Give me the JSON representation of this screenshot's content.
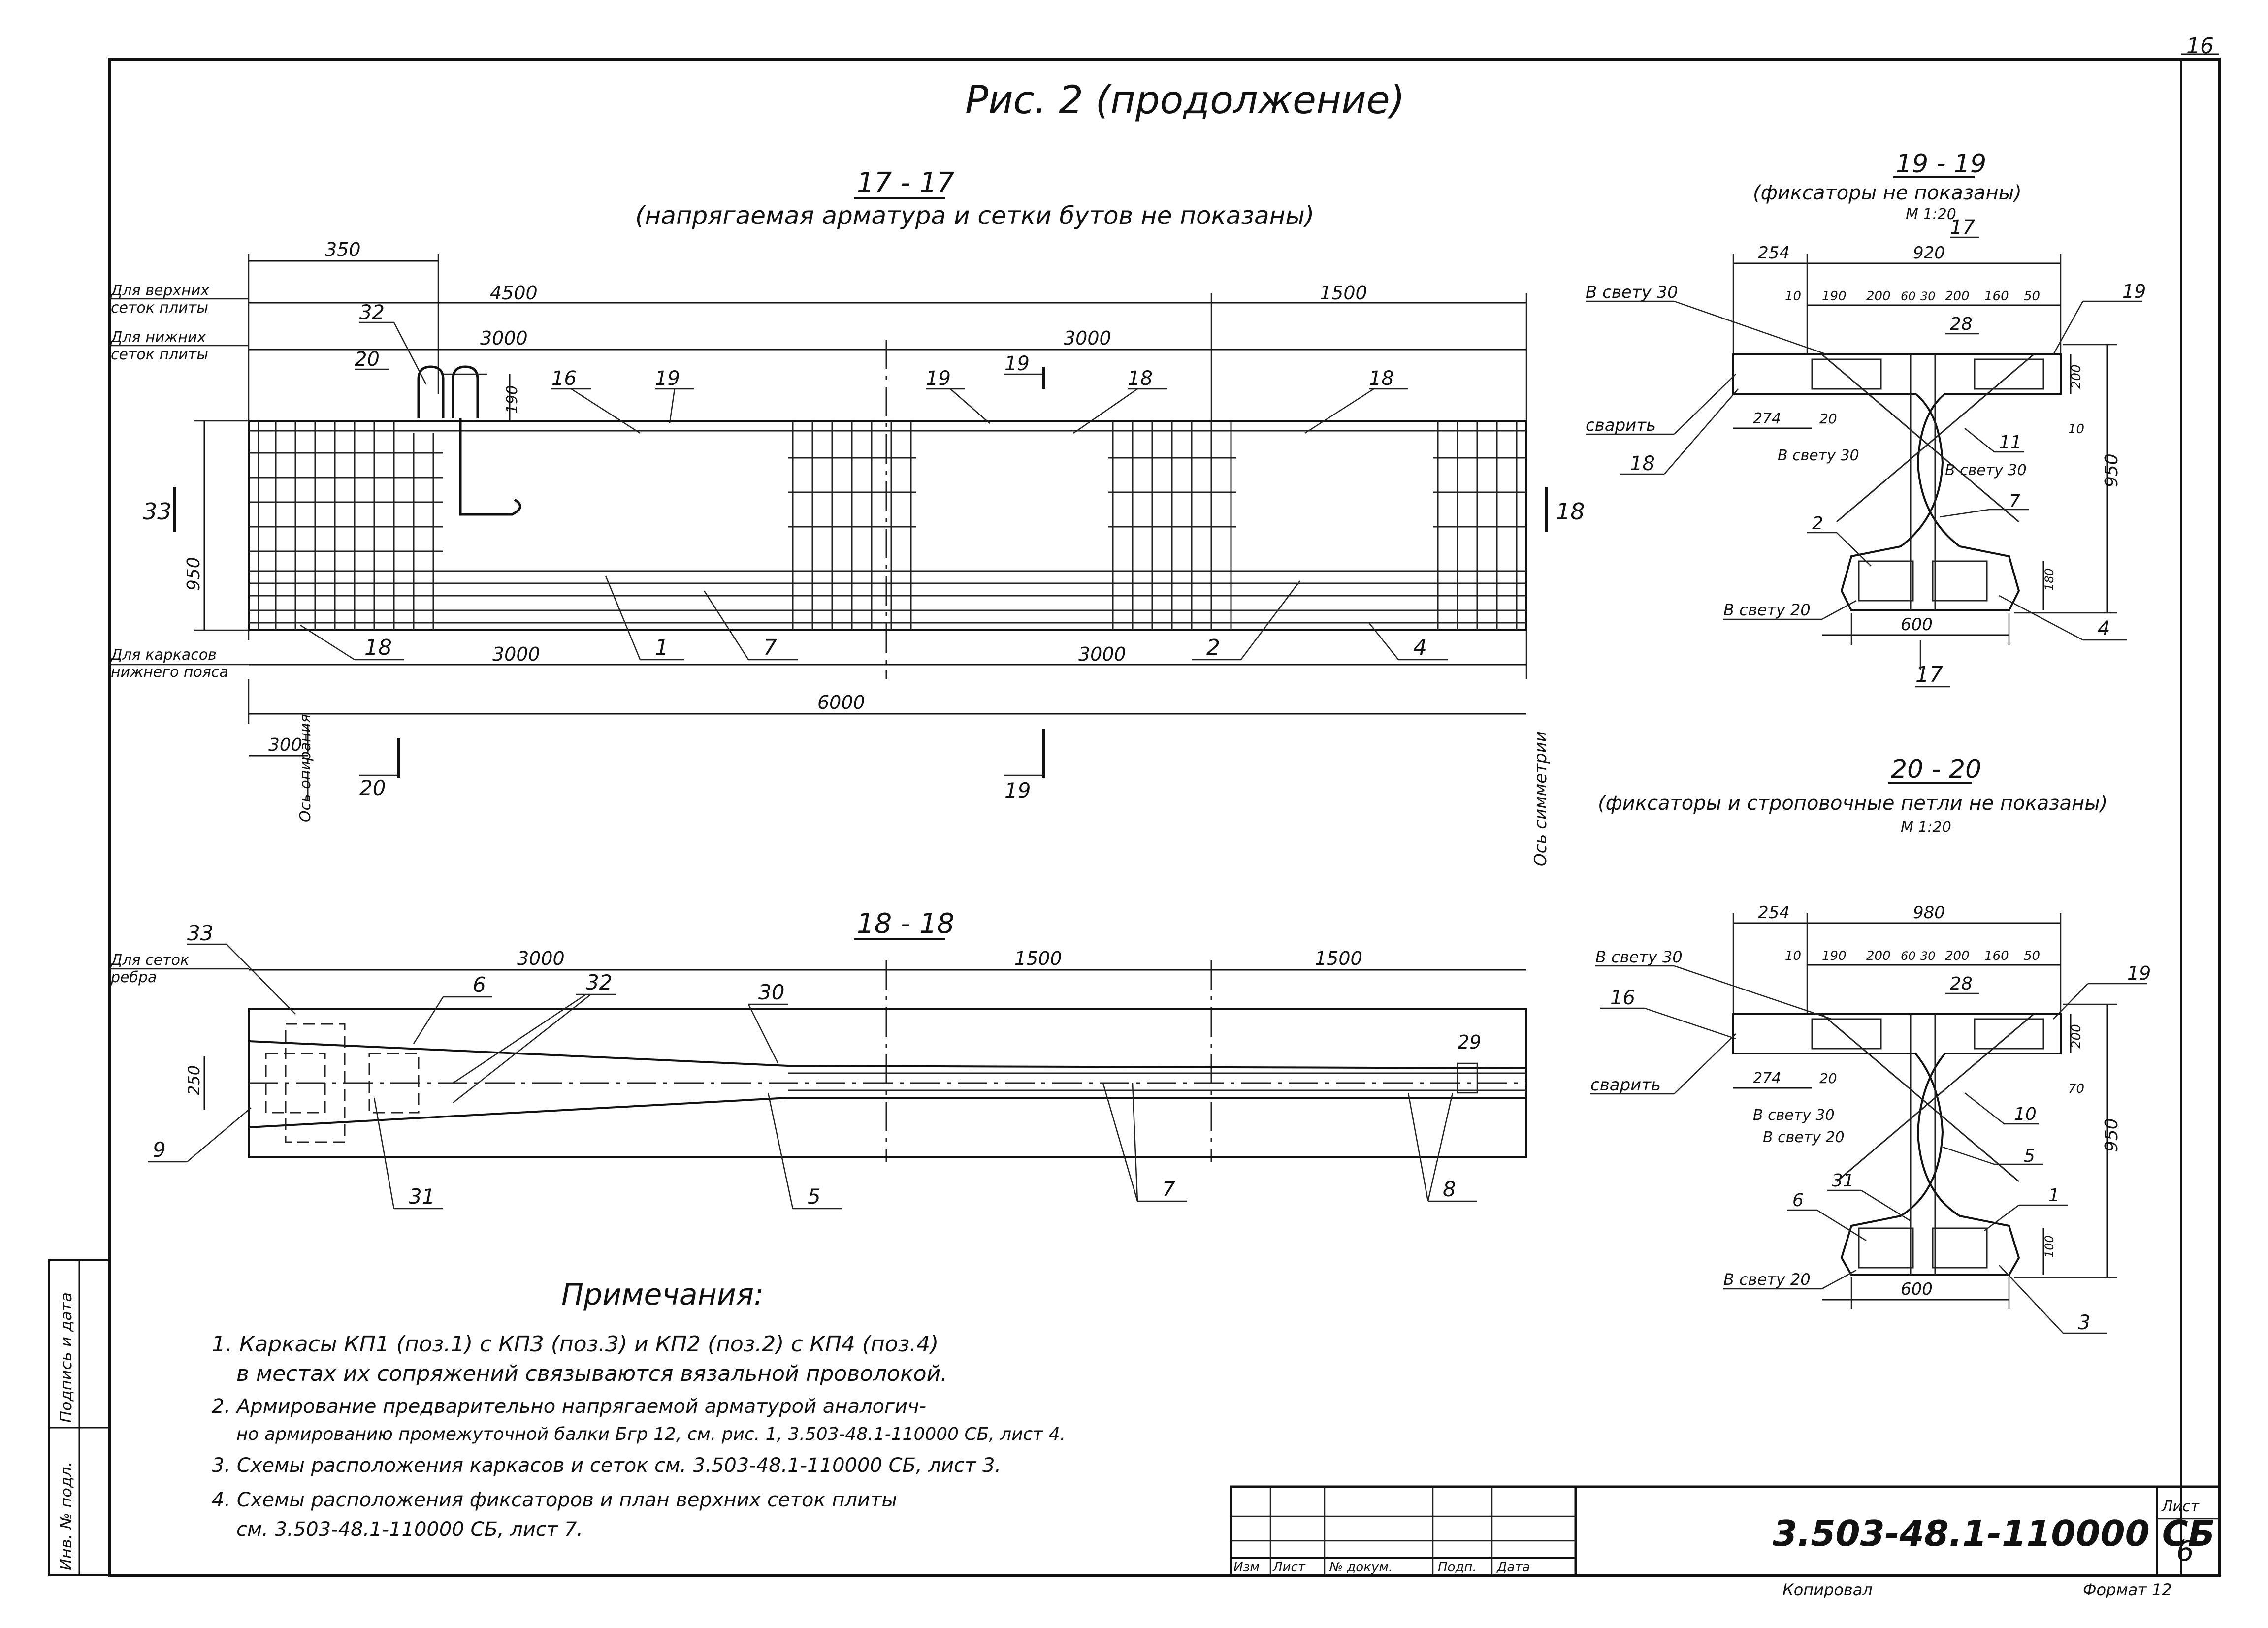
{
  "sheet": {
    "corner_number": "16",
    "title": "Рис. 2 (продолжение)",
    "document_code": "3.503-48.1-110000 СБ",
    "sheet_label": "Лист",
    "sheet_number": "6",
    "copied_label": "Копировал",
    "format_label": "Формат 12",
    "stamp_cols": [
      "Изм",
      "Лист",
      "№ докум.",
      "Подп.",
      "Дата"
    ],
    "side_stamp": [
      "Инв. № подл.",
      "Подпись и дата"
    ]
  },
  "section_17": {
    "title": "17 - 17",
    "subtitle": "(напрягаемая арматура и сетки бутов не показаны)",
    "left_labels": [
      "Для верхних",
      "сеток плиты",
      "Для нижних",
      "сеток плиты"
    ],
    "bottom_labels": [
      "Для каркасов",
      "нижнего пояса"
    ],
    "dims": [
      "350",
      "4500",
      "1500",
      "3000",
      "3000",
      "190",
      "950",
      "3000",
      "3000",
      "6000",
      "300"
    ],
    "callouts": [
      "32",
      "20",
      "16",
      "19",
      "19",
      "19",
      "18",
      "18",
      "18",
      "18",
      "33",
      "1",
      "7",
      "2",
      "4",
      "20",
      "19"
    ],
    "axis_support": "Ось опирания",
    "axis_symmetry": "Ось симметрии"
  },
  "section_18": {
    "title": "18 - 18",
    "left_labels": [
      "Для сеток",
      "ребра"
    ],
    "dims": [
      "3000",
      "1500",
      "1500",
      "250"
    ],
    "callouts": [
      "33",
      "6",
      "32",
      "30",
      "29",
      "9",
      "31",
      "5",
      "7",
      "8"
    ]
  },
  "section_19": {
    "title": "19 - 19",
    "subtitle": "(фиксаторы не показаны)",
    "scale": "М 1:20",
    "section_mark": "17",
    "top_dims": [
      "254",
      "920"
    ],
    "row_dims": [
      "10",
      "190",
      "200",
      "60",
      "30",
      "200",
      "160",
      "50"
    ],
    "side_dims": [
      "200",
      "10",
      "950",
      "180"
    ],
    "bottom_dims": [
      "274",
      "20",
      "600"
    ],
    "callouts": [
      "19",
      "28",
      "11",
      "7",
      "2",
      "4",
      "18"
    ],
    "notes": [
      "В свету 30",
      "сварить",
      "В свету 30",
      "В свету 30",
      "В свету 20"
    ]
  },
  "section_20": {
    "title": "20 - 20",
    "subtitle": "(фиксаторы и строповочные петли не показаны)",
    "scale": "М 1:20",
    "top_dims": [
      "254",
      "980"
    ],
    "row_dims": [
      "10",
      "190",
      "200",
      "60",
      "30",
      "200",
      "160",
      "50"
    ],
    "side_dims": [
      "200",
      "70",
      "950",
      "100"
    ],
    "bottom_dims": [
      "274",
      "20",
      "600"
    ],
    "callouts": [
      "16",
      "19",
      "28",
      "10",
      "5",
      "31",
      "6",
      "1",
      "3"
    ],
    "notes": [
      "В свету 30",
      "сварить",
      "В свету 30",
      "В свету 20",
      "В свету 20"
    ]
  },
  "notes": {
    "heading": "Примечания:",
    "items": [
      "1. Каркасы КП1 (поз.1) с КП3 (поз.3) и КП2 (поз.2) с КП4 (поз.4)",
      "в местах их сопряжений связываются вязальной проволокой.",
      "2. Армирование предварительно напрягаемой арматурой аналогич-",
      "но армированию промежуточной балки Бгр 12, см. рис. 1, 3.503-48.1-110000 СБ, лист 4.",
      "3. Схемы расположения каркасов и сеток см. 3.503-48.1-110000 СБ, лист 3.",
      "4. Схемы расположения фиксаторов и план верхних сеток плиты",
      "см. 3.503-48.1-110000 СБ, лист 7."
    ]
  }
}
